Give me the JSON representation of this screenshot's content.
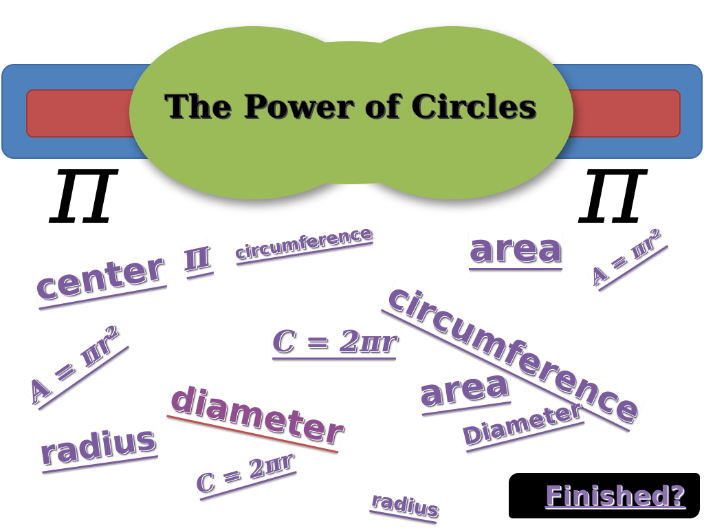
{
  "title": "The Power of Circles",
  "symbols": {
    "pi": "π"
  },
  "words": {
    "center": "center",
    "pi_small": "π",
    "circumference_small": "circumference",
    "area_top": "area",
    "formula_area_1": "A = πr²",
    "circumference_big": "circumference",
    "formula_circ_1": "C = 2πr",
    "formula_area_2": "A = πr²",
    "diameter_red": "diameter",
    "area_mid": "area",
    "diameter_cap": "Diameter",
    "radius_big": "radius",
    "formula_circ_2": "C = 2πr",
    "radius_small": "radius"
  },
  "button": {
    "finished_label": "Finished?"
  },
  "colors": {
    "banner_blue": "#4f81bd",
    "banner_red": "#c0504d",
    "title_circles_green": "#9bbb59",
    "word_purple": "#7a5c9e",
    "button_bg": "#000000"
  }
}
